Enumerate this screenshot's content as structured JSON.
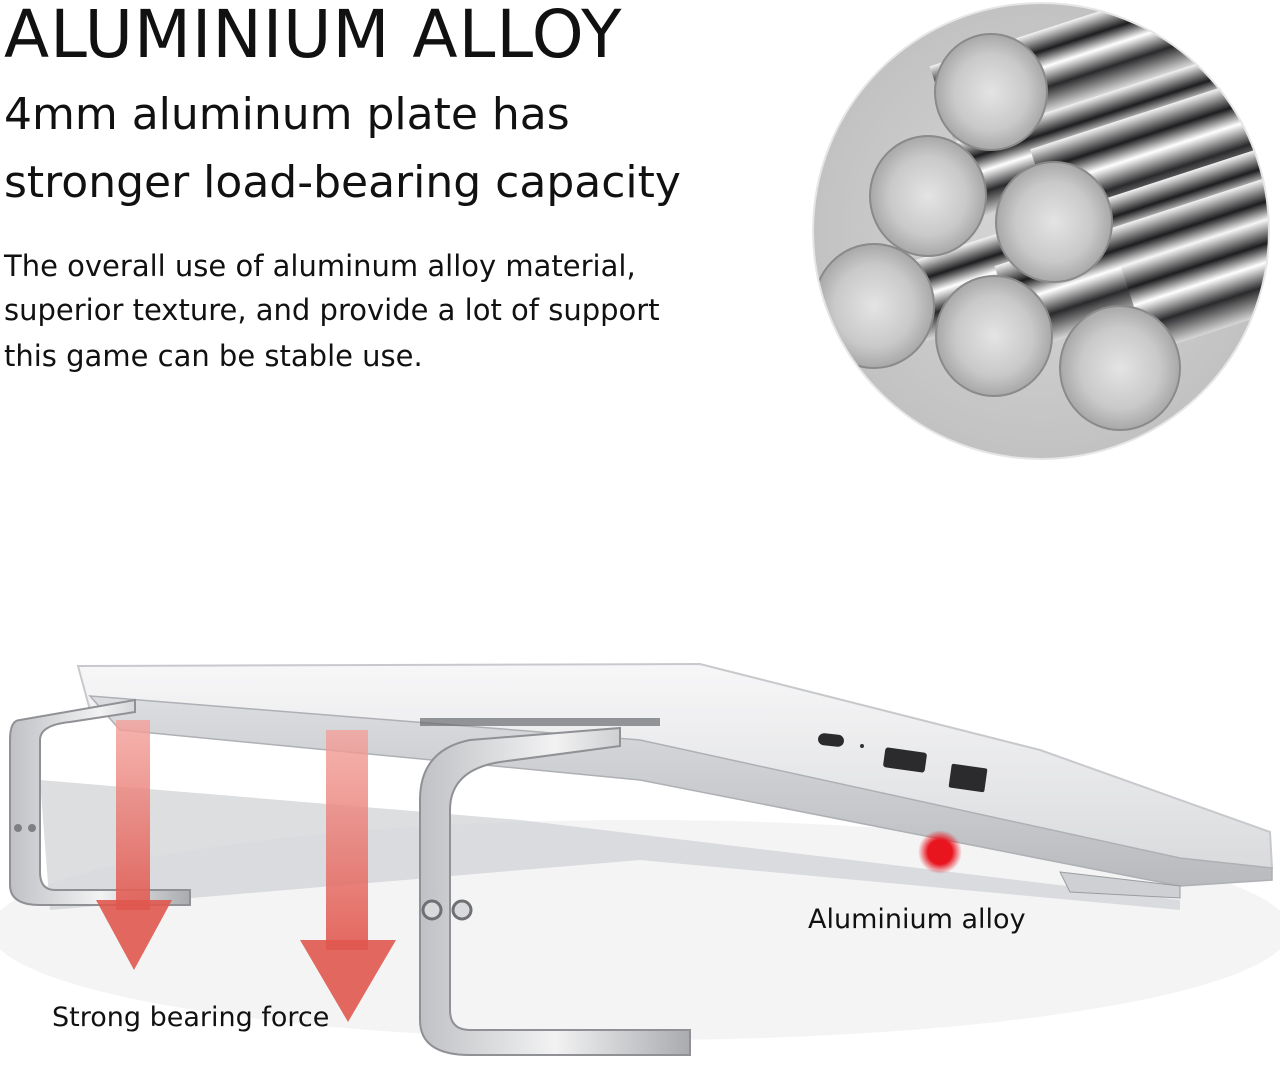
{
  "heading": {
    "title": "ALUMINIUM ALLOY",
    "subtitle_line1": "4mm aluminum plate has",
    "subtitle_line2": "stronger load-bearing capacity"
  },
  "description": {
    "line1": "The overall use of aluminum alloy material,",
    "line2": "superior texture, and provide a lot of support",
    "line3": "this game can be stable use."
  },
  "labels": {
    "bearing_force": "Strong bearing force",
    "material": "Aluminium alloy"
  },
  "colors": {
    "arrow": "#e0584f",
    "marker": "#e8141e",
    "metal_light": "#e9e9ea",
    "metal_dark": "#8c8e92"
  }
}
